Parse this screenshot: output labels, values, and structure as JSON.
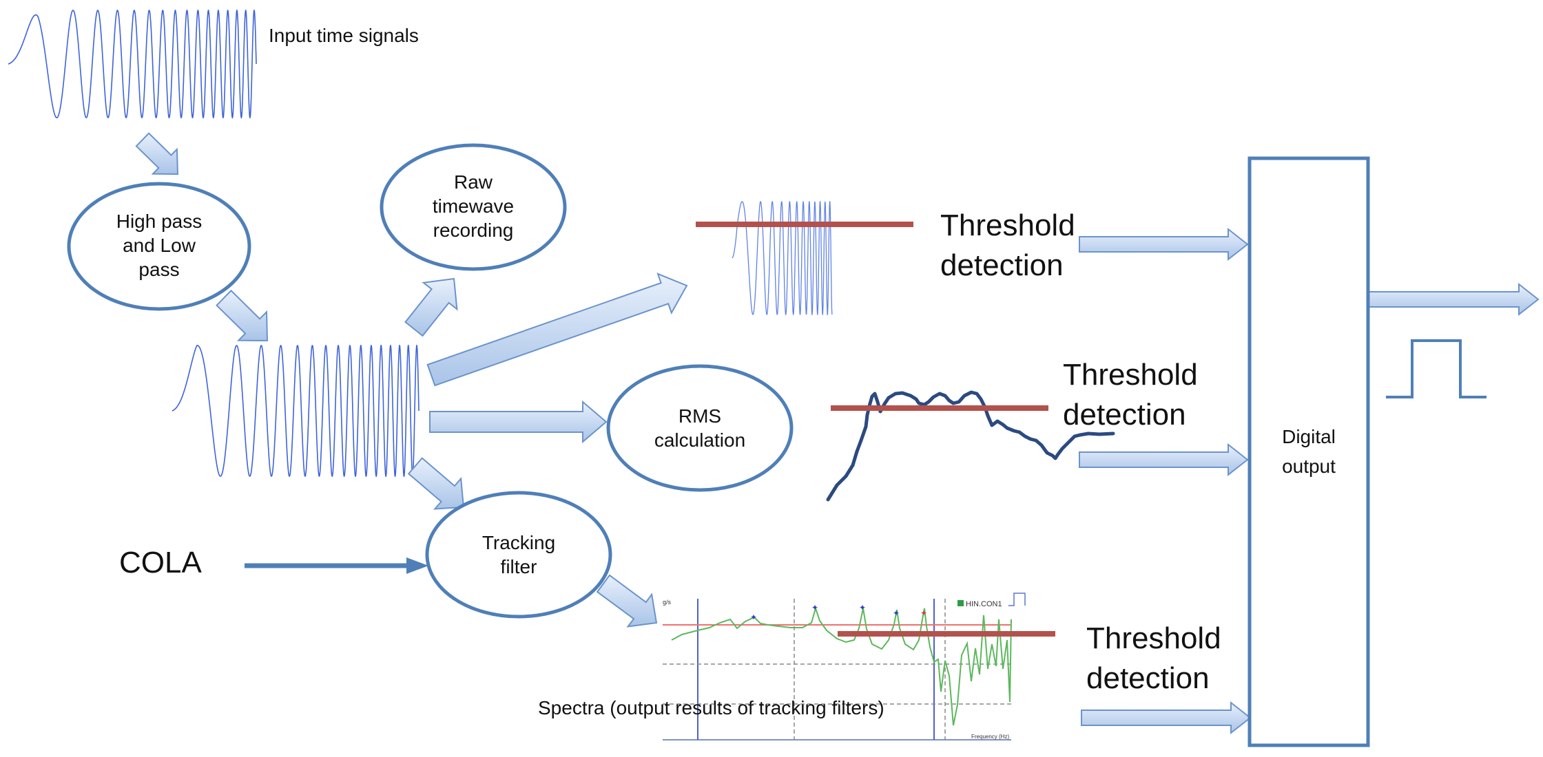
{
  "labels": {
    "input_signals": "Input time signals",
    "cola": "COLA",
    "spectra_caption": "Spectra (output results of tracking filters)"
  },
  "nodes": {
    "filter": [
      "High pass",
      "and Low",
      "pass"
    ],
    "raw": [
      "Raw",
      "timewave",
      "recording"
    ],
    "rms": [
      "RMS",
      "calculation"
    ],
    "tracking": [
      "Tracking",
      "filter"
    ],
    "digital_output": [
      "Digital",
      "output"
    ]
  },
  "threshold": [
    "Threshold",
    "detection"
  ],
  "spectrum_chart": {
    "y_label": "g/s",
    "x_label": "Frequency (Hz)",
    "legend": "HIN.CON1"
  },
  "colors": {
    "node_stroke": "#4F7FB8",
    "arrow_fill_top": "#E8F0FB",
    "arrow_fill_bottom": "#A9C4E8",
    "arrow_stroke": "#6A93CB",
    "signal": "#3D63D9",
    "threshold_bar": "#B3514C",
    "rms_curve": "#2B4A80",
    "spectrum_line": "#5CB85C",
    "spectrum_ref": "#F07070",
    "pulse": "#4F7FB8"
  }
}
